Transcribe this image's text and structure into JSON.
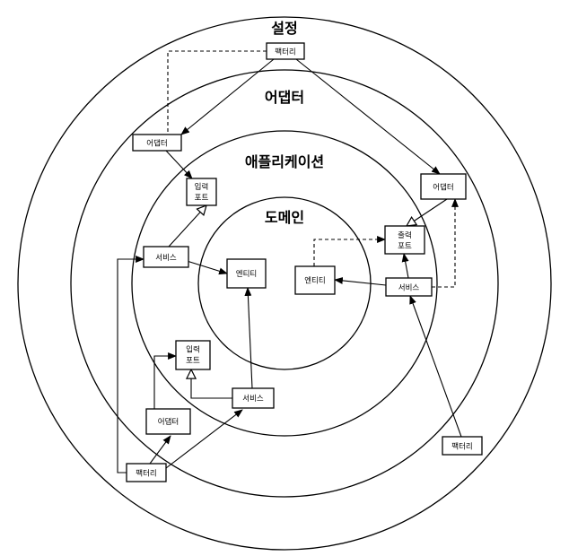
{
  "rings": {
    "configuration": "설정",
    "adapter": "어댑터",
    "application": "애플리케이션",
    "domain": "도메인"
  },
  "nodes": {
    "factory_top": "팩터리",
    "adapter_left": "어댑터",
    "adapter_right": "어댑터",
    "input_port_top": [
      "입력",
      "포트"
    ],
    "output_port": [
      "출력",
      "포트"
    ],
    "service_left": "서비스",
    "entity_center": "엔티티",
    "entity_right": "엔티티",
    "service_right": "서비스",
    "input_port_bottom": [
      "입력",
      "포트"
    ],
    "service_bottom": "서비스",
    "adapter_bottom": "어댑터",
    "factory_bottom": "팩터리",
    "factory_right": "팩터리"
  },
  "colors": {
    "line": "#000000",
    "background": "#ffffff"
  }
}
